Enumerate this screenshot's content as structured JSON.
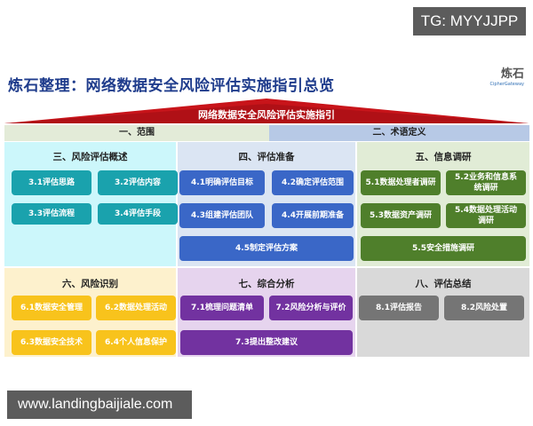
{
  "watermarks": {
    "top_right": "TG: MYYJJPP",
    "bottom_left": "www.landingbaijiale.com"
  },
  "header": {
    "title": "炼石整理：网络数据安全风险评估实施指引总览",
    "logo_cn": "炼石",
    "logo_en": "CipherGateway"
  },
  "roof": {
    "label": "网络数据安全风险评估实施指引",
    "color": "#c8141a"
  },
  "row1": {
    "scope": "一、范围",
    "terms": "二、术语定义"
  },
  "sections": {
    "s3": {
      "title": "三、风险评估概述",
      "items": [
        "3.1评估思路",
        "3.2评估内容",
        "3.3评估流程",
        "3.4评估手段"
      ],
      "color": "#1aa2ad"
    },
    "s4": {
      "title": "四、评估准备",
      "items": [
        "4.1明确评估目标",
        "4.2确定评估范围",
        "4.3组建评估团队",
        "4.4开展前期准备",
        "4.5制定评估方案"
      ],
      "color": "#3a67c7"
    },
    "s5": {
      "title": "五、信息调研",
      "items": [
        "5.1数据处理者调研",
        "5.2业务和信息系统调研",
        "5.3数据资产调研",
        "5.4数据处理活动调研",
        "5.5安全措施调研"
      ],
      "color": "#4f7f2b"
    },
    "s6": {
      "title": "六、风险识别",
      "items": [
        "6.1数据安全管理",
        "6.2数据处理活动",
        "6.3数据安全技术",
        "6.4个人信息保护"
      ],
      "color": "#f8c31c"
    },
    "s7": {
      "title": "七、综合分析",
      "items": [
        "7.1梳理问题清单",
        "7.2风险分析与评价",
        "7.3提出整改建议"
      ],
      "color": "#7232a0"
    },
    "s8": {
      "title": "八、评估总结",
      "items": [
        "8.1评估报告",
        "8.2风险处置"
      ],
      "color": "#757575"
    }
  }
}
